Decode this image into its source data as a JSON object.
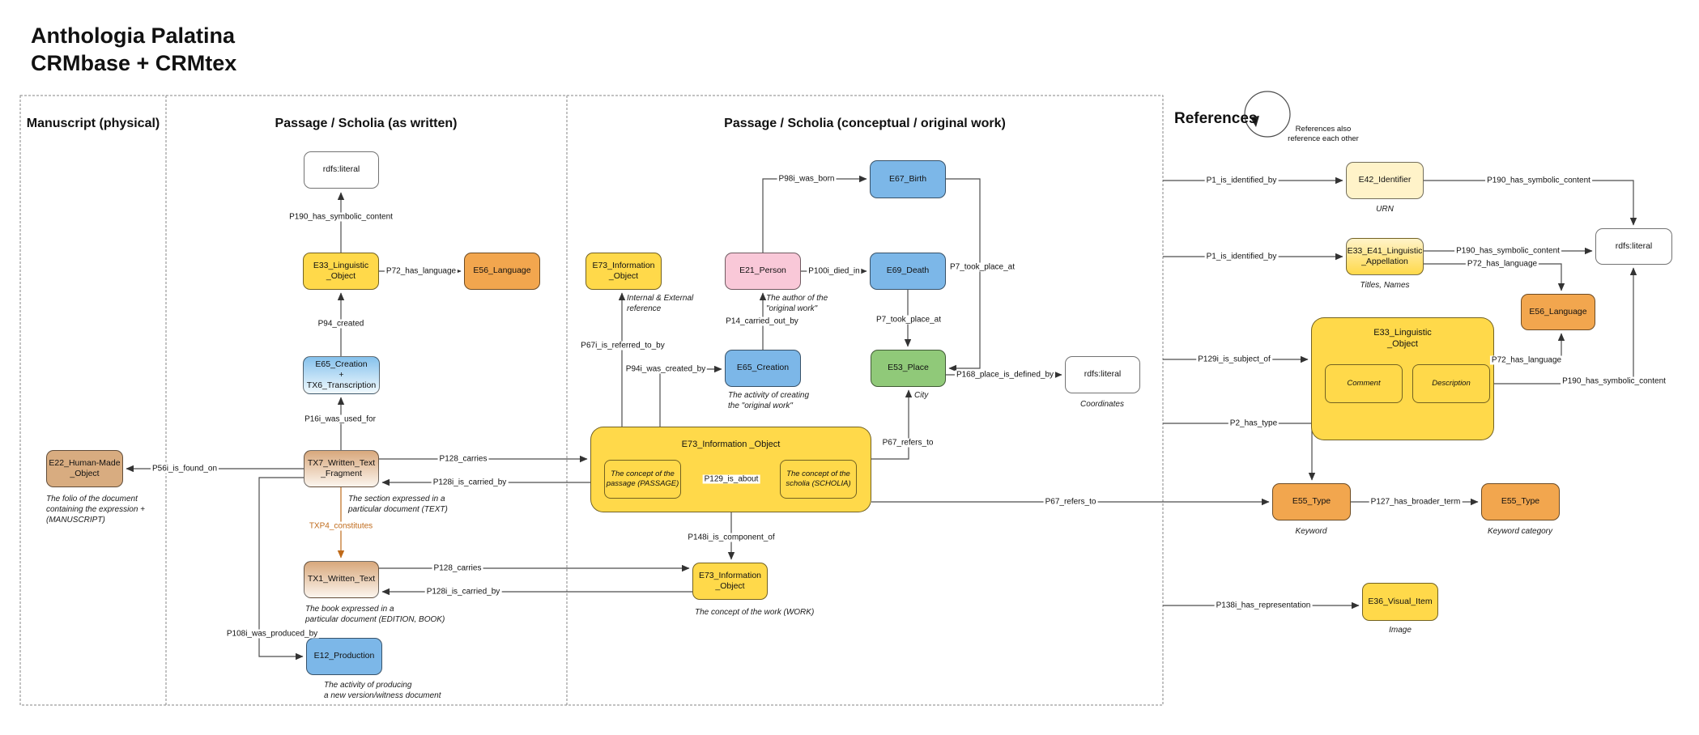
{
  "title": "Anthologia Palatina\nCRMbase + CRMtex",
  "sections": {
    "s1": "Manuscript (physical)",
    "s2": "Passage / Scholia (as written)",
    "s3": "Passage / Scholia (conceptual / original work)",
    "refs": "References"
  },
  "refs_note": "References also\nreference each other",
  "colors": {
    "yellow": "#FFD94A",
    "light_yellow": "#FFF3C9",
    "orange": "#F2A64E",
    "blue": "#7CB7E8",
    "green": "#90C979",
    "pink": "#F9C8D8",
    "tan": "#D8AC80",
    "white": "#FFFFFF",
    "txp4_orange_text": "#BF6A1A"
  },
  "nodes": {
    "s2_literal": {
      "label": "rdfs:literal"
    },
    "s2_e33": {
      "label": "E33_Linguistic\n_Object"
    },
    "s2_e56": {
      "label": "E56_Language"
    },
    "s2_e65": {
      "label": "E65_Creation\n+\nTX6_Transcription"
    },
    "s2_tx7": {
      "label": "TX7_Written_Text\n_Fragment"
    },
    "s2_tx1": {
      "label": "TX1_Written_Text"
    },
    "s2_e12": {
      "label": "E12_Production"
    },
    "s1_e22": {
      "label": "E22_Human-Made\n_Object"
    },
    "s3_e73ref": {
      "label": "E73_Information\n_Object"
    },
    "s3_e21": {
      "label": "E21_Person"
    },
    "s3_e67": {
      "label": "E67_Birth"
    },
    "s3_e69": {
      "label": "E69_Death"
    },
    "s3_e65": {
      "label": "E65_Creation"
    },
    "s3_e53": {
      "label": "E53_Place"
    },
    "s3_literal": {
      "label": "rdfs:literal"
    },
    "s3_e73big": {
      "label": "E73_Information _Object"
    },
    "s3_passage": {
      "label": "The concept of the\npassage (PASSAGE)"
    },
    "s3_scholia": {
      "label": "The concept of the\nscholia (SCHOLIA)"
    },
    "s3_work": {
      "label": "E73_Information\n_Object"
    },
    "r_e42": {
      "label": "E42_Identifier"
    },
    "r_e33e41": {
      "label": "E33_E41_Linguistic\n_Appellation"
    },
    "r_literal": {
      "label": "rdfs:literal"
    },
    "r_e56": {
      "label": "E56_Language"
    },
    "r_e33big": {
      "label": "E33_Linguistic\n_Object"
    },
    "r_comment": {
      "label": "Comment"
    },
    "r_description": {
      "label": "Description"
    },
    "r_e55a": {
      "label": "E55_Type"
    },
    "r_e55b": {
      "label": "E55_Type"
    },
    "r_e36": {
      "label": "E36_Visual_Item"
    }
  },
  "captions": {
    "e22": "The folio of the document\ncontaining the expression +\n(MANUSCRIPT)",
    "tx7": "The section expressed in a\nparticular document (TEXT)",
    "tx1": "The book expressed in a\nparticular document (EDITION, BOOK)",
    "e12": "The activity of producing\na new version/witness document",
    "e73ref": "Internal & External\nreference",
    "e21": "The author of the\n\"original work\"",
    "e65": "The activity of creating\nthe \"original work\"",
    "e53": "City",
    "coords": "Coordinates",
    "work": "The concept of the work (WORK)",
    "urn": "URN",
    "titles": "Titles, Names",
    "keyword": "Keyword",
    "keyword_cat": "Keyword category",
    "image": "Image"
  },
  "edge_labels": {
    "p190_s2": "P190_has_symbolic_content",
    "p72_s2": "P72_has_language",
    "p94": "P94_created",
    "p16i": "P16i_was_used_for",
    "p56i": "P56i_is_found_on",
    "p128c_top": "P128_carries",
    "p128i_top": "P128i_is_carried_by",
    "txp4": "TXP4_constitutes",
    "p108i": "P108i_was_produced_by",
    "p128c_bot": "P128_carries",
    "p128i_bot": "P128i_is_carried_by",
    "p67i": "P67i_is_referred_to_by",
    "p94i": "P94i_was_created_by",
    "p14": "P14_carried_out_by",
    "p98i": "P98i_was_born",
    "p100i": "P100i_died_in",
    "p7_e69": "P7_took_place_at",
    "p7_e67": "P7_took_place_at",
    "p168": "P168_place_is_defined_by",
    "p67_e53": "P67_refers_to",
    "p129": "P129_is_about",
    "p148i": "P148i_is_component_of",
    "p67_e55": "P67_refers_to",
    "p1a": "P1_is_identified_by",
    "p1b": "P1_is_identified_by",
    "p129i": "P129i_is_subject_of",
    "p2": "P2_has_type",
    "p190_e42": "P190_has_symbolic_content",
    "p190_e33e41": "P190_has_symbolic_content",
    "p72_e33e41": "P72_has_language",
    "p72_r": "P72_has_language",
    "p190_r": "P190_has_symbolic_content",
    "p127": "P127_has_broader_term",
    "p138i": "P138i_has_representation"
  }
}
